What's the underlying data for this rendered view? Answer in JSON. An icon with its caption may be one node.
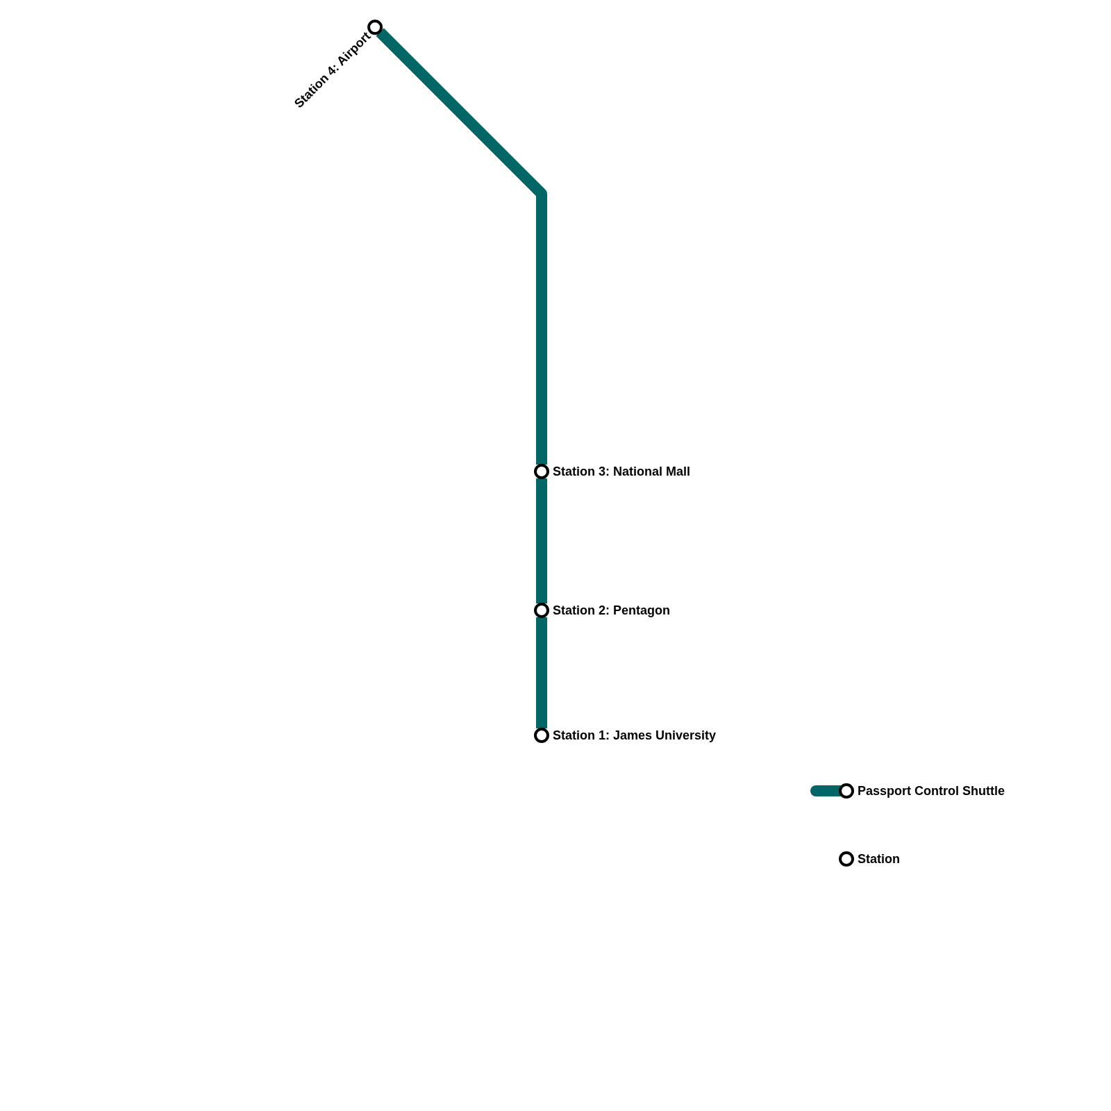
{
  "diagram": {
    "nodes": [
      {
        "text": [
          "Station 4: Airport"
        ]
      },
      {
        "text": [
          "Station 3: National Mall"
        ]
      },
      {
        "text": [
          "Station 2: Pentagon"
        ]
      },
      {
        "text": [
          "Station 1: James University"
        ]
      }
    ],
    "edges": [
      {
        "from": 0,
        "to": 1,
        "arrow": "none"
      },
      {
        "from": 1,
        "to": 2,
        "arrow": "none"
      },
      {
        "from": 2,
        "to": 3,
        "arrow": "none"
      }
    ],
    "legend": [
      {
        "text": "Passport Control Shuttle",
        "color": "#006666"
      },
      {
        "text": "Station"
      }
    ]
  }
}
